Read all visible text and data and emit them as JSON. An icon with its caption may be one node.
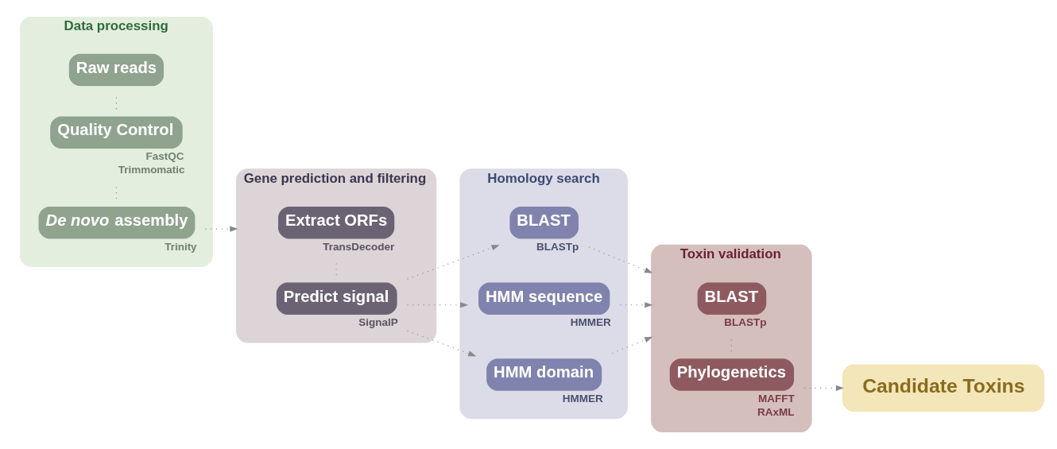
{
  "diagram": {
    "nodes": [
      {
        "text": [
          "Data processing"
        ]
      },
      {
        "text": [
          "Raw reads"
        ],
        "in": 0
      },
      {
        "text": [
          "Quality Control"
        ],
        "in": 0,
        "beside": [
          "FastQC",
          "Trimmomatic"
        ]
      },
      {
        "text": [
          "*De novo* assembly"
        ],
        "in": 0,
        "beside": [
          "Trinity"
        ]
      },
      {
        "text": [
          "Gene prediction and filtering"
        ]
      },
      {
        "text": [
          "Extract ORFs"
        ],
        "in": 4,
        "beside": [
          "TransDecoder"
        ]
      },
      {
        "text": [
          "Predict signal"
        ],
        "in": 4,
        "beside": [
          "SignalP"
        ]
      },
      {
        "text": [
          "Homology search"
        ]
      },
      {
        "text": [
          "BLAST"
        ],
        "in": 7,
        "beside": [
          "BLASTp"
        ]
      },
      {
        "text": [
          "HMM sequence"
        ],
        "in": 7,
        "beside": [
          "HMMER"
        ]
      },
      {
        "text": [
          "HMM domain"
        ],
        "in": 7,
        "beside": [
          "HMMER"
        ]
      },
      {
        "text": [
          "Toxin validation"
        ]
      },
      {
        "text": [
          "BLAST"
        ],
        "in": 11,
        "beside": [
          "BLASTp"
        ]
      },
      {
        "text": [
          "Phylogenetics"
        ],
        "in": 11,
        "beside": [
          "MAFFT",
          "RAxML"
        ]
      },
      {
        "text": [
          "Candidate Toxins"
        ]
      }
    ],
    "edges": [
      {
        "from": 1,
        "to": 2,
        "arrow": "none"
      },
      {
        "from": 2,
        "to": 3,
        "arrow": "none"
      },
      {
        "from": 3,
        "to": 4,
        "arrow": "to"
      },
      {
        "from": 5,
        "to": 6,
        "arrow": "none"
      },
      {
        "from": 6,
        "to": 8,
        "arrow": "to"
      },
      {
        "from": 6,
        "to": 9,
        "arrow": "to"
      },
      {
        "from": 6,
        "to": 10,
        "arrow": "to"
      },
      {
        "from": 8,
        "to": 11,
        "arrow": "to"
      },
      {
        "from": 9,
        "to": 11,
        "arrow": "to"
      },
      {
        "from": 10,
        "to": 11,
        "arrow": "to"
      },
      {
        "from": 12,
        "to": 13,
        "arrow": "none"
      },
      {
        "from": 13,
        "to": 14,
        "arrow": "to"
      }
    ]
  }
}
